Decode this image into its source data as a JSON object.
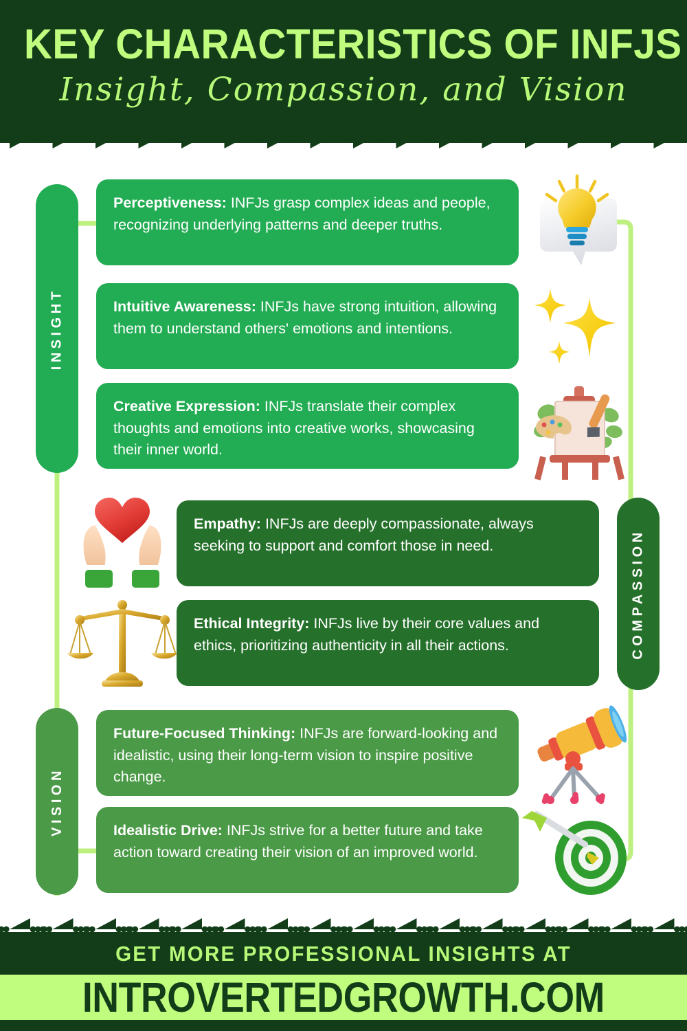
{
  "header": {
    "title": "KEY CHARACTERISTICS OF INFJS",
    "subtitle": "Insight, Compassion, and Vision"
  },
  "colors": {
    "dark_green": "#123d18",
    "light_green": "#c0fc7e",
    "bright_green": "#22ac53",
    "deep_green": "#25702a",
    "mid_green": "#4b9a47",
    "line_green": "#bdf07e",
    "white": "#ffffff"
  },
  "sections": [
    {
      "id": "insight",
      "label": "INSIGHT"
    },
    {
      "id": "compassion",
      "label": "COMPASSION"
    },
    {
      "id": "vision",
      "label": "VISION"
    }
  ],
  "cards": [
    {
      "section": "insight",
      "title": "Perceptiveness:",
      "body": " INFJs grasp complex ideas and people, recognizing underlying patterns and deeper truths.",
      "icon": "lightbulb-idea-icon"
    },
    {
      "section": "insight",
      "title": "Intuitive Awareness:",
      "body": " INFJs have strong intuition, allowing them to understand others' emotions and intentions.",
      "icon": "sparkles-icon"
    },
    {
      "section": "insight",
      "title": "Creative Expression:",
      "body": " INFJs translate their complex thoughts and emotions into creative works, showcasing their inner world.",
      "icon": "art-easel-icon"
    },
    {
      "section": "compassion",
      "title": "Empathy:",
      "body": " INFJs are deeply compassionate, always seeking to support and comfort those in need.",
      "icon": "hands-holding-heart-icon"
    },
    {
      "section": "compassion",
      "title": "Ethical Integrity:",
      "body": " INFJs live by their core values and ethics, prioritizing authenticity in all their actions.",
      "icon": "balance-scales-icon"
    },
    {
      "section": "vision",
      "title": "Future-Focused Thinking:",
      "body": " INFJs are forward-looking and idealistic, using their long-term vision to inspire positive change.",
      "icon": "telescope-icon"
    },
    {
      "section": "vision",
      "title": "Idealistic Drive:",
      "body": " INFJs strive for a better future and take action toward creating their vision of an improved world.",
      "icon": "target-arrow-icon"
    }
  ],
  "footer": {
    "tagline": "GET MORE PROFESSIONAL INSIGHTS AT",
    "url": "INTROVERTEDGROWTH.COM"
  }
}
